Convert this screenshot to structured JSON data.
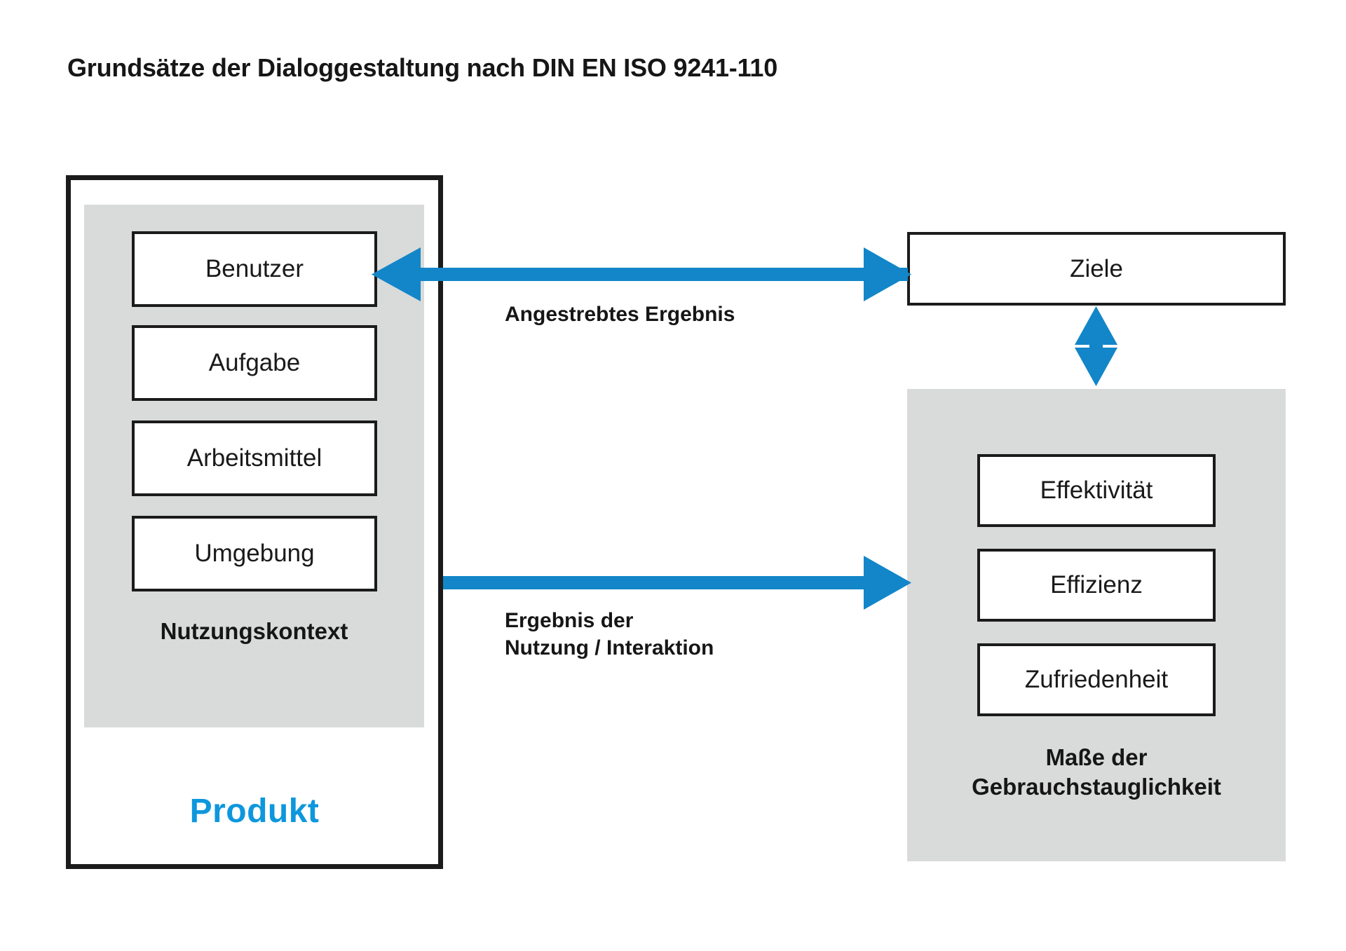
{
  "title": "Grundsätze der Dialoggestaltung nach DIN EN ISO 9241-110",
  "colors": {
    "arrow_blue": "#1286c8",
    "produkt_blue": "#0d97dd",
    "panel_grey": "#d9dada",
    "outline_black": "#1b1b1b",
    "text_black": "#161616"
  },
  "left": {
    "product_label": "Produkt",
    "context": {
      "caption": "Nutzungskontext",
      "items": [
        {
          "label": "Benutzer"
        },
        {
          "label": "Aufgabe"
        },
        {
          "label": "Arbeitsmittel"
        },
        {
          "label": "Umgebung"
        }
      ]
    }
  },
  "right": {
    "goals": {
      "label": "Ziele"
    },
    "measures": {
      "caption_line1": "Maße der",
      "caption_line2": "Gebrauchstauglichkeit",
      "items": [
        {
          "label": "Effektivität"
        },
        {
          "label": "Effizienz"
        },
        {
          "label": "Zufriedenheit"
        }
      ]
    }
  },
  "arrows": {
    "top": {
      "label": "Angestrebtes Ergebnis",
      "direction": "bidirectional",
      "from": "Ziele",
      "to": "Benutzer"
    },
    "bottom": {
      "label_line1": "Ergebnis der",
      "label_line2": "Nutzung / Interaktion",
      "direction": "right",
      "from": "Nutzungskontext",
      "to": "Maße der Gebrauchstauglichkeit"
    },
    "vertical": {
      "label": "",
      "direction": "bidirectional",
      "from": "Ziele",
      "to": "Maße der Gebrauchstauglichkeit"
    }
  }
}
